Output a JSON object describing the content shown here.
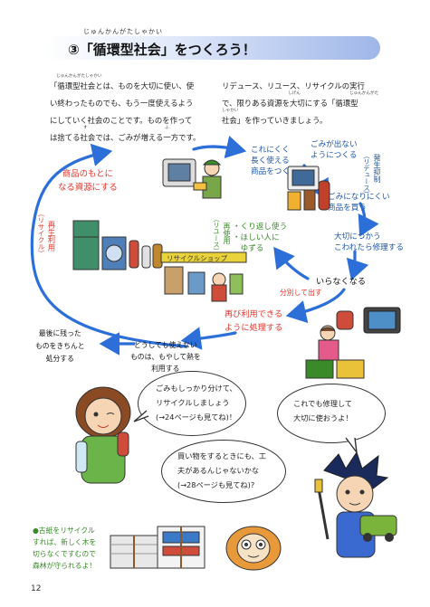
{
  "header": {
    "title": "③「循環型社会」をつくろう！",
    "title_ruby": "じゅんかんがたしゃかい"
  },
  "intro": {
    "left_lines": [
      "「循環型社会とは、ものを大切に使い、使",
      "い終わったものでも、もう一度使えるよう",
      "にしていく社会のことです。ものを作って",
      "は捨てる社会では、ごみが増える一方です。"
    ],
    "right_lines": [
      "リデュース、リユース、リサイクルの実行",
      "で、限りある資源を大切にする「循環型",
      "社会」を作っていきましょう。"
    ],
    "ruby_junkangata": "じゅんかんがたしゃかい",
    "ruby_shigen": "しげん",
    "ruby_junkan2": "じゅんかんがた",
    "ruby_shakai": "しゃかい",
    "ruby_suteru": "す",
    "ruby_fueru": "ふ"
  },
  "cycle": {
    "resource_lines": [
      "商品のもとに",
      "なる資源にする"
    ],
    "recycle_vertical": "再生利用",
    "recycle_paren": "（リサイクル）",
    "make_lines": [
      "これにくく",
      "長く使える",
      "商品をつくる"
    ],
    "no_waste_lines": [
      "ごみが出ない",
      "ようにつくる"
    ],
    "reduce_vertical": "発生抑制",
    "reduce_paren": "（リデュース）",
    "buy_lines": [
      "ごみになりにくい",
      "商品を買う"
    ],
    "repair_lines": [
      "大切につかう",
      "こわれたら修理する"
    ],
    "reuse_vertical": "再使用",
    "reuse_paren": "（リユース）",
    "reuse_lines": [
      "・くり返し使う",
      "・ほしい人に",
      "　ゆずる"
    ],
    "unneeded": "いらなくなる",
    "sort": "分別して出す",
    "treat_lines": [
      "再び利用できる",
      "ように処理する"
    ],
    "burn_lines": [
      "どうしても使えない",
      "ものは、もやして熱を",
      "利用する"
    ],
    "dispose_lines": [
      "最後に残った",
      "ものをきちんと",
      "処分する"
    ],
    "shop_sign": "リサイクルショップ"
  },
  "bubbles": {
    "girl_lines": [
      "ごみもしっかり分けて、",
      "リサイクルしましょう",
      "(→24ページも見てね)！"
    ],
    "boy_lines": [
      "これでも修理して",
      "大切に使おうよ！"
    ],
    "middle_lines": [
      "買い物をするときにも、工",
      "夫があるんじゃないかな",
      "(→28ページも見てね)?"
    ]
  },
  "note": {
    "lines": [
      "●古紙をリサイクル",
      "すれば、新しく木を",
      "切らなくですむので",
      "森林が守られるよ！"
    ]
  },
  "page_number": "12",
  "colors": {
    "red": "#e0362c",
    "blue": "#1c55a8",
    "green": "#3a8a2a",
    "arrow": "#2d6fd8",
    "band": "#9fb6e8"
  }
}
